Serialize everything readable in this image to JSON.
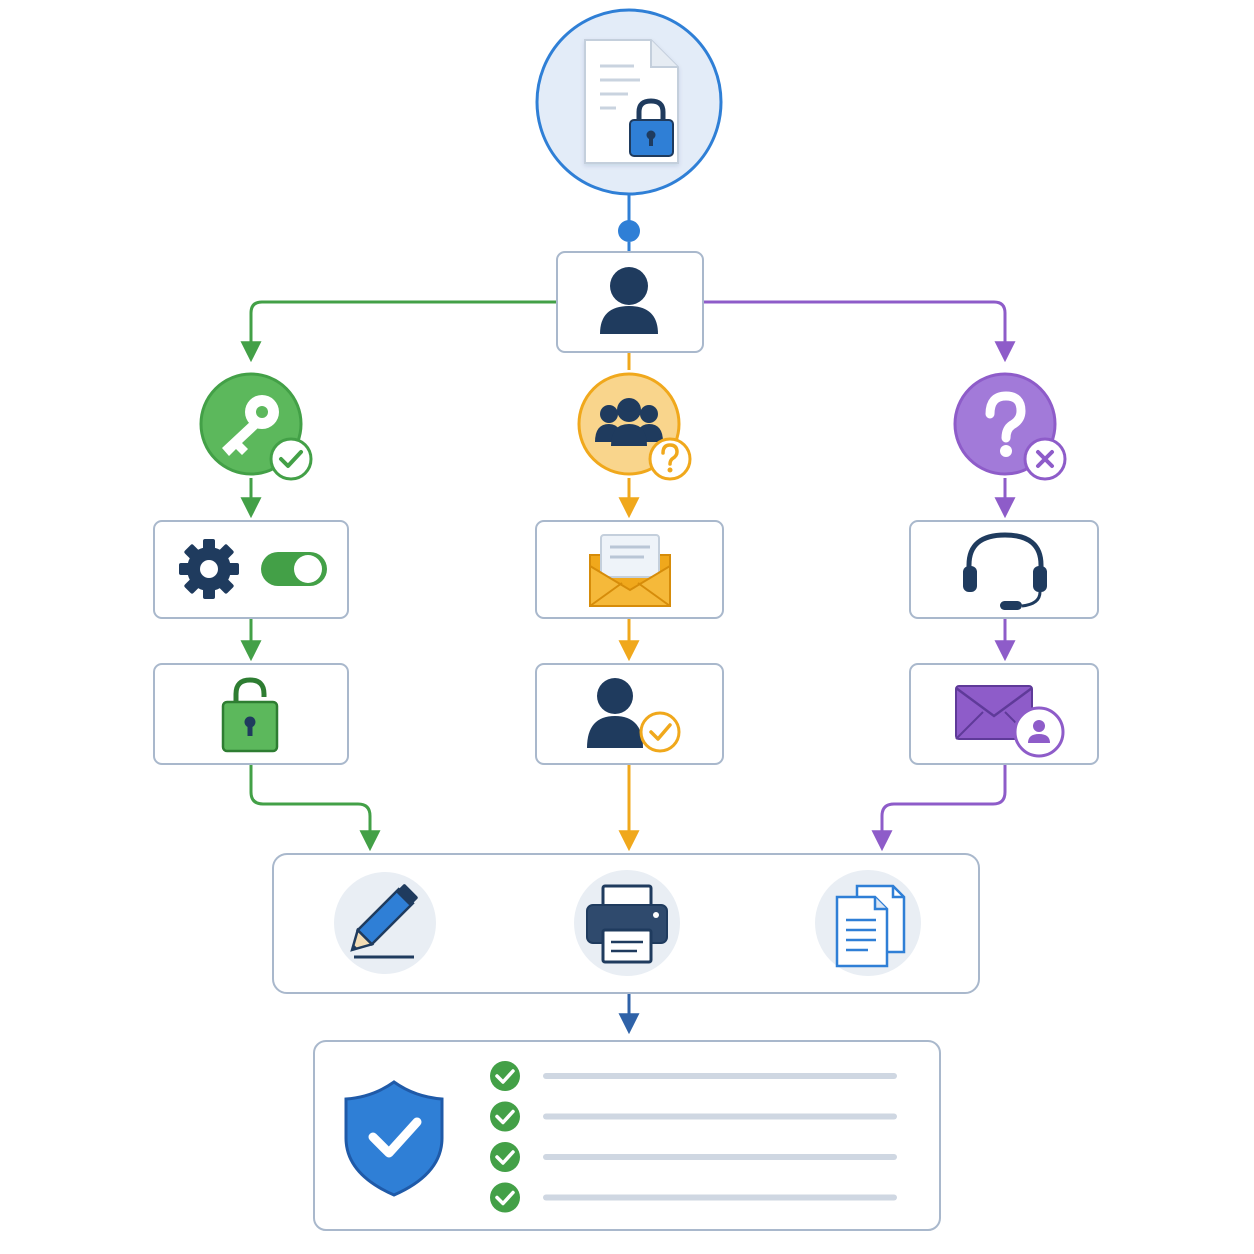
{
  "diagram": {
    "colors": {
      "primary": "#2f7fd6",
      "navy": "#1f3b5e",
      "success": "#43a047",
      "pending": "#f0a81c",
      "denied": "#8e5cc9",
      "node_border": "#a9b8cc",
      "line_gray": "#cfd7e2",
      "badge_bg": "#e9eef4"
    },
    "source": {
      "icon": "locked-document-icon"
    },
    "requester": {
      "icon": "user-icon"
    },
    "branches": [
      {
        "id": "granted",
        "color": "success",
        "status_icon": "key-icon",
        "status_badge": "check-badge-icon",
        "steps": [
          {
            "icons": [
              "gear-icon",
              "toggle-on-icon"
            ]
          },
          {
            "icons": [
              "unlocked-padlock-icon"
            ]
          }
        ]
      },
      {
        "id": "pending",
        "color": "pending",
        "status_icon": "group-icon",
        "status_badge": "question-badge-icon",
        "steps": [
          {
            "icons": [
              "envelope-icon"
            ]
          },
          {
            "icons": [
              "user-approved-icon"
            ]
          }
        ]
      },
      {
        "id": "denied",
        "color": "denied",
        "status_icon": "question-mark-icon",
        "status_badge": "x-badge-icon",
        "steps": [
          {
            "icons": [
              "headset-icon"
            ]
          },
          {
            "icons": [
              "mail-contact-icon"
            ]
          }
        ]
      }
    ],
    "actions": {
      "icons": [
        "edit-pencil-icon",
        "printer-icon",
        "copy-documents-icon"
      ]
    },
    "result": {
      "icon": "shield-check-icon",
      "checklist_items": 4
    }
  }
}
